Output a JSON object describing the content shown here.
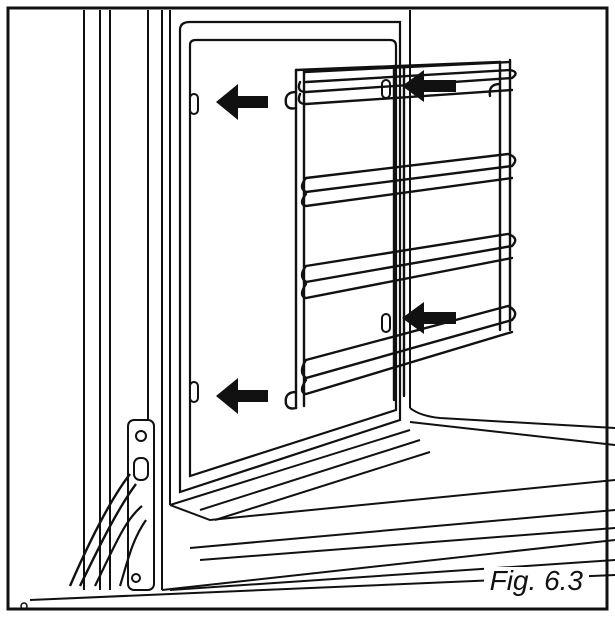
{
  "figure": {
    "caption": "Fig. 6.3",
    "subject": "oven-side-rack-removal",
    "arrow_count": 4,
    "rack_rail_count": 4,
    "colors": {
      "line": "#111111",
      "background": "#ffffff",
      "arrow": "#111111"
    },
    "icons": {
      "arrow": "arrow-left-icon",
      "rack": "wire-rack-icon",
      "hinge": "door-hinge-icon"
    }
  }
}
